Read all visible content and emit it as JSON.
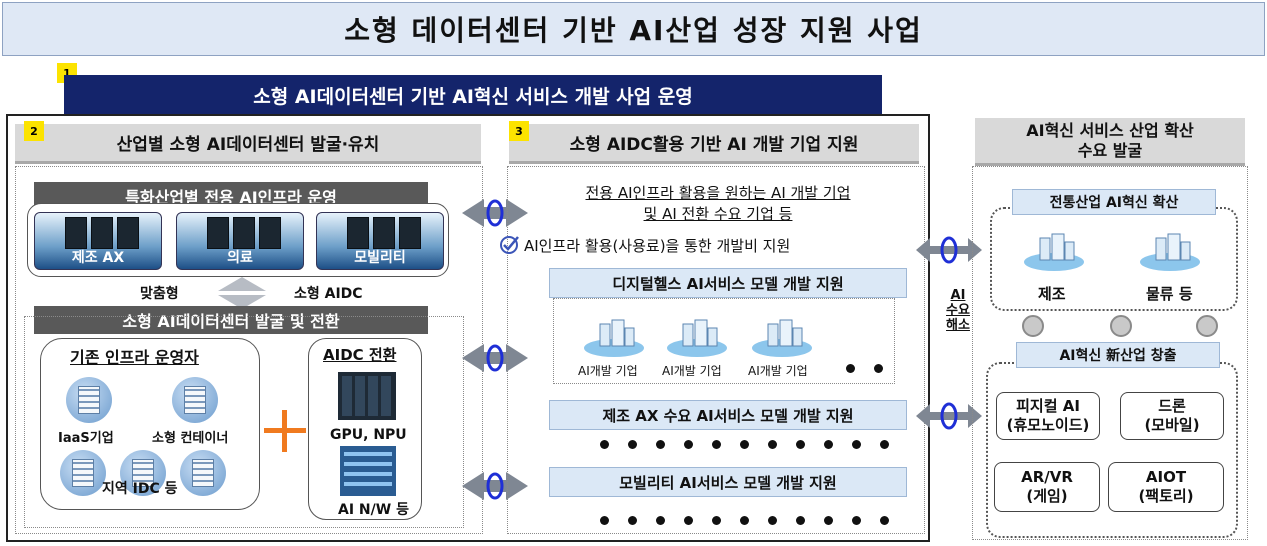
{
  "title": "소형 데이터센터 기반 AI산업 성장 지원 사업",
  "section1": {
    "badge": "1",
    "label": "소형 AI데이터센터 기반 AI혁신 서비스 개발 사업 운영"
  },
  "section2": {
    "badge": "2",
    "header": "산업별 소형 AI데이터센터 발굴·유치",
    "infra_header": "특화산업별 전용 AI인프라 운영",
    "tiles": [
      "제조 AX",
      "의료",
      "모빌리티"
    ],
    "left_label": "맞춤형",
    "right_label": "소형 AIDC",
    "conversion_header": "소형 AI데이터센터 발굴 및 전환",
    "existing": {
      "title": "기존 인프라 운영자",
      "items": [
        "IaaS기업",
        "소형 컨테이너",
        "지역 IDC 등"
      ]
    },
    "aidc": {
      "title": "AIDC 전환",
      "items": [
        "GPU, NPU",
        "AI N/W 등"
      ]
    }
  },
  "section3": {
    "badge": "3",
    "header": "소형 AIDC활용 기반 AI 개발 기업 지원",
    "demand_line1": "전용 AI인프라 활용을 원하는 AI 개발 기업",
    "demand_line2": "및 AI 전환 수요 기업 등",
    "check_text": "AI인프라 활용(사용료)을 통한 개발비 지원",
    "digital_health": "디지털헬스 AI서비스 모델 개발 지원",
    "companies": [
      "AI개발 기업",
      "AI개발 기업",
      "AI개발 기업"
    ],
    "manufacturing": "제조 AX 수요 AI서비스 모델 개발 지원",
    "mobility": "모빌리티 AI서비스 모델 개발 지원"
  },
  "middle_label": [
    "AI",
    "수요",
    "해소"
  ],
  "right": {
    "header_line1": "AI혁신 서비스 산업 확산",
    "header_line2": "수요 발굴",
    "traditional": {
      "title": "전통산업 AI혁신 확산",
      "items": [
        "제조",
        "물류 등"
      ]
    },
    "new_industry": {
      "title": "AI혁신 新산업 창출",
      "boxes": [
        {
          "line1": "피지컬 AI",
          "line2": "(휴모노이드)"
        },
        {
          "line1": "드론",
          "line2": "(모바일)"
        },
        {
          "line1": "AR/VR",
          "line2": "(게임)"
        },
        {
          "line1": "AIOT",
          "line2": "(팩토리)"
        }
      ]
    }
  },
  "colors": {
    "navy": "#14246b",
    "badge": "#fce300",
    "arrow_blue": "#1f2fd6",
    "orange_plus": "#f07a1f"
  }
}
